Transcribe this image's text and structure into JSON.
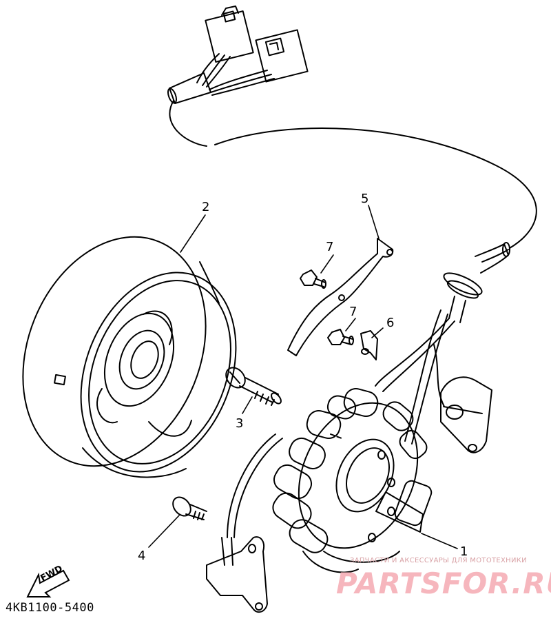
{
  "diagram": {
    "part_code": "4KB1100-5400",
    "fwd_label": "FWD",
    "callouts": [
      {
        "id": "1",
        "label": "1"
      },
      {
        "id": "2",
        "label": "2"
      },
      {
        "id": "3",
        "label": "3"
      },
      {
        "id": "4",
        "label": "4"
      },
      {
        "id": "5",
        "label": "5"
      },
      {
        "id": "6",
        "label": "6"
      },
      {
        "id": "7a",
        "label": "7"
      },
      {
        "id": "7b",
        "label": "7"
      }
    ]
  },
  "watermark": {
    "tagline": "ЗАПЧАСТИ И АКСЕССУАРЫ ДЛЯ МОТОТЕХНИКИ",
    "brand": "PARTSFOR.RU",
    "color": "#f6b6bd"
  }
}
